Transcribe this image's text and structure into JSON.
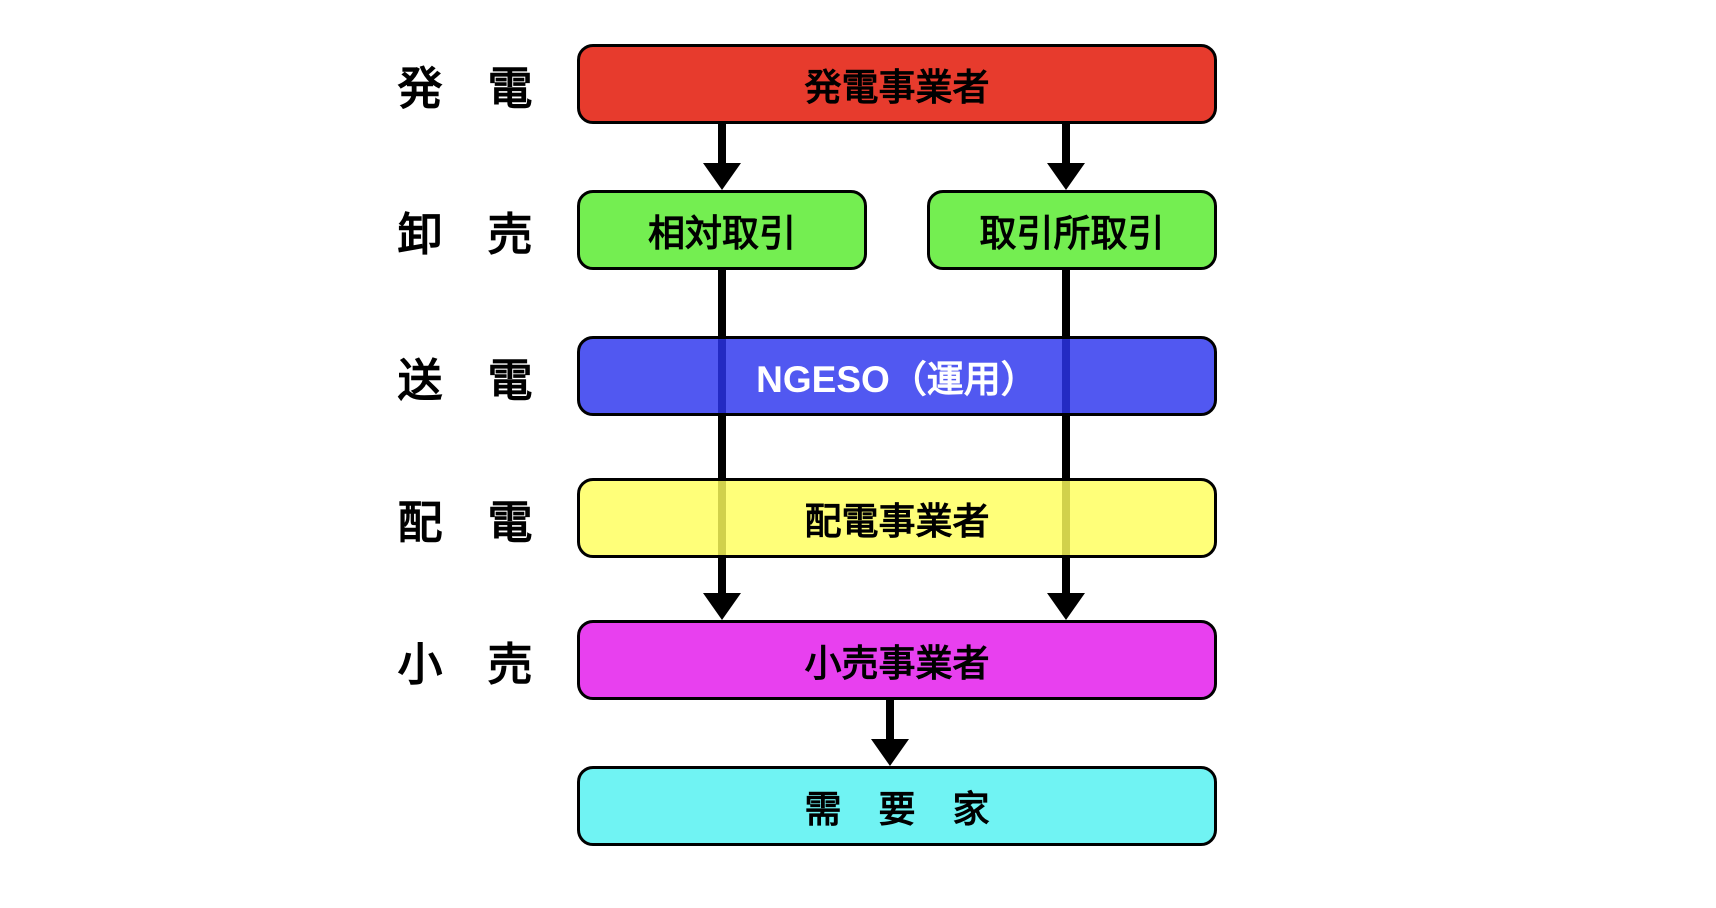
{
  "diagram_title": "electricity-market-structure",
  "stage_labels": {
    "generation": "発　電",
    "wholesale": "卸　売",
    "transmission": "送　電",
    "distribution": "配　電",
    "retail": "小　売"
  },
  "boxes": {
    "generator": "発電事業者",
    "bilateral": "相対取引",
    "exchange": "取引所取引",
    "ngeso": "NGESO（運用）",
    "distributor": "配電事業者",
    "retailer": "小売事業者",
    "consumer": "需　要　家"
  },
  "colors": {
    "generator_fill": "#e73b2d",
    "wholesale_fill": "#74ee51",
    "ngeso_fill": "#4f55ef",
    "distributor_fill": "#ffff85",
    "retailer_fill": "#e840ef",
    "consumer_fill": "#70f3f3",
    "ngeso_text": "#ffffff",
    "arrow": "#000000",
    "border": "#000000",
    "background": "#ffffff"
  }
}
